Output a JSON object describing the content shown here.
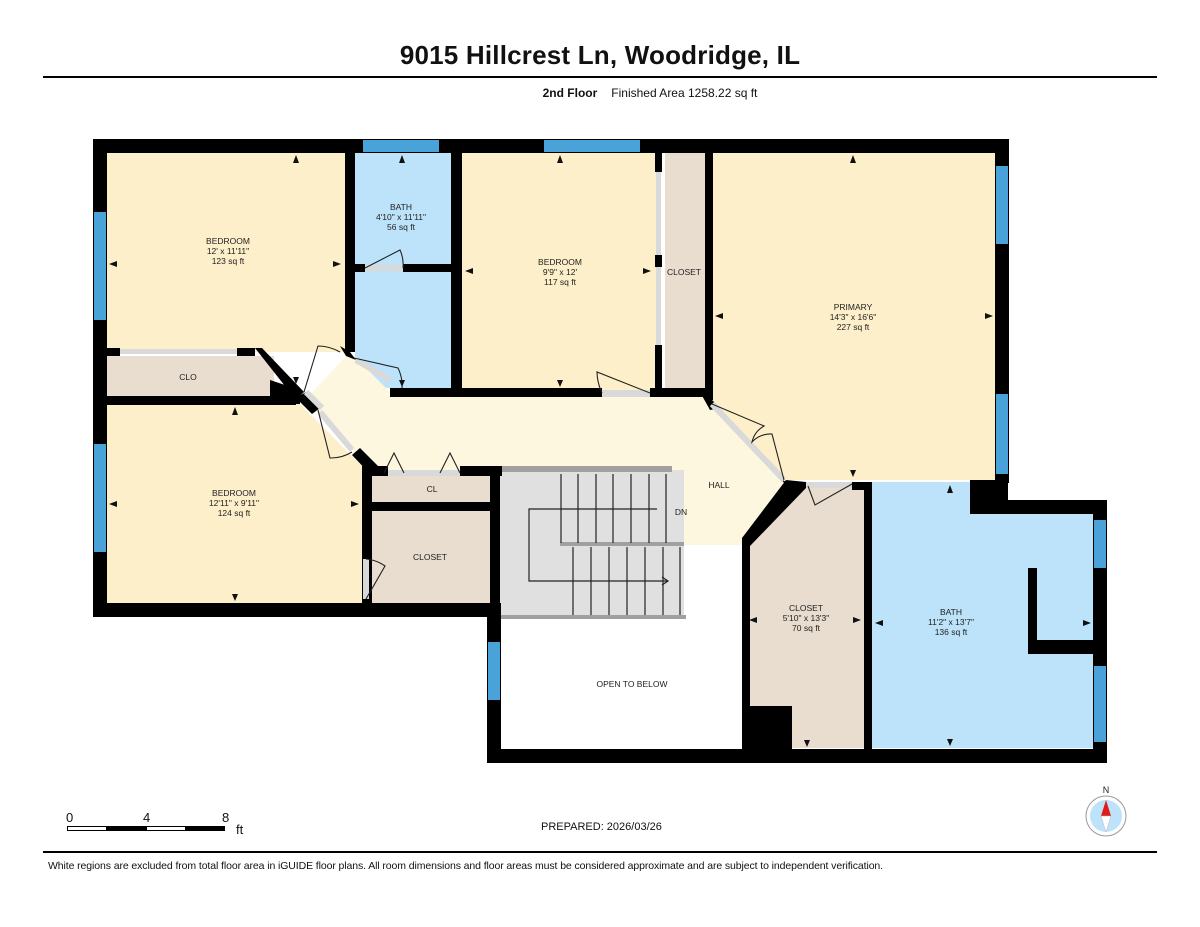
{
  "header": {
    "title": "9015 Hillcrest Ln, Woodridge, IL",
    "floor_label": "2nd Floor",
    "finished_area": "Finished Area 1258.22 sq ft"
  },
  "colors": {
    "bedroom": "#fdefc9",
    "hall": "#fdf7e0",
    "bath": "#bde3fa",
    "closet": "#e8ddce",
    "stairs": "#e0e0e0",
    "wall": "#000000",
    "window": "#4aa3d8",
    "door": "#d9d9d9"
  },
  "rooms": [
    {
      "name": "BEDROOM",
      "dims": "12' x 11'11\"",
      "area": "123 sq ft"
    },
    {
      "name": "BATH",
      "dims": "4'10\" x 11'11\"",
      "area": "56 sq ft"
    },
    {
      "name": "BEDROOM",
      "dims": "9'9\" x 12'",
      "area": "117 sq ft"
    },
    {
      "name": "CLOSET"
    },
    {
      "name": "PRIMARY",
      "dims": "14'3\" x 16'6\"",
      "area": "227 sq ft"
    },
    {
      "name": "CLO"
    },
    {
      "name": "BEDROOM",
      "dims": "12'11\" x 9'11\"",
      "area": "124 sq ft"
    },
    {
      "name": "CL"
    },
    {
      "name": "CLOSET"
    },
    {
      "name": "HALL"
    },
    {
      "name": "DN"
    },
    {
      "name": "OPEN TO BELOW"
    },
    {
      "name": "CLOSET",
      "dims": "5'10\" x 13'3\"",
      "area": "70 sq ft"
    },
    {
      "name": "BATH",
      "dims": "11'2\" x 13'7\"",
      "area": "136 sq ft"
    }
  ],
  "scale_bar": {
    "ticks": [
      "0",
      "4",
      "8"
    ],
    "unit": "ft"
  },
  "compass": {
    "label": "N"
  },
  "footer": {
    "prepared": "PREPARED: 2026/03/26",
    "disclaimer": "White regions are excluded from total floor area in iGUIDE floor plans. All room dimensions and floor areas must be considered approximate and are subject to independent verification."
  }
}
